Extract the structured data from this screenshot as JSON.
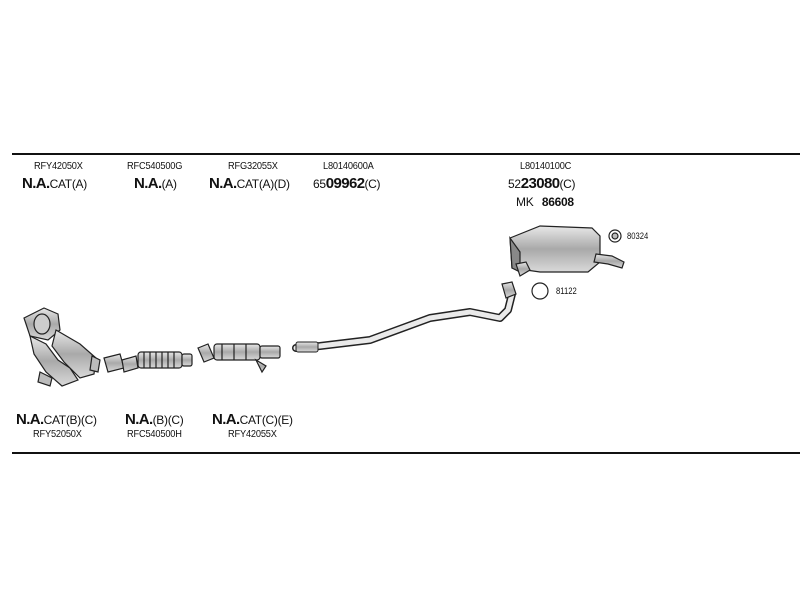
{
  "top": {
    "parts": [
      {
        "code": "RFY42050X",
        "status": "N.A.",
        "suffix": "CAT(A)"
      },
      {
        "code": "RFC540500G",
        "status": "N.A.",
        "suffix": "(A)"
      },
      {
        "code": "RFG32055X",
        "status": "N.A.",
        "suffix": "CAT(A)(D)"
      },
      {
        "code": "L80140600A",
        "prefix": "65",
        "number": "09962",
        "suffix": "(C)"
      },
      {
        "code": "L80140100C",
        "prefix": "52",
        "number": "23080",
        "suffix": "(C)",
        "extra_prefix": "MK",
        "extra_number": "86608"
      }
    ]
  },
  "bottom": {
    "parts": [
      {
        "status": "N.A.",
        "suffix": "CAT(B)(C)",
        "code": "RFY52050X"
      },
      {
        "status": "N.A.",
        "suffix": "(B)(C)",
        "code": "RFC540500H"
      },
      {
        "status": "N.A.",
        "suffix": "CAT(C)(E)",
        "code": "RFY42055X"
      }
    ]
  },
  "callouts": {
    "clamp": "80324",
    "ring": "81122"
  }
}
